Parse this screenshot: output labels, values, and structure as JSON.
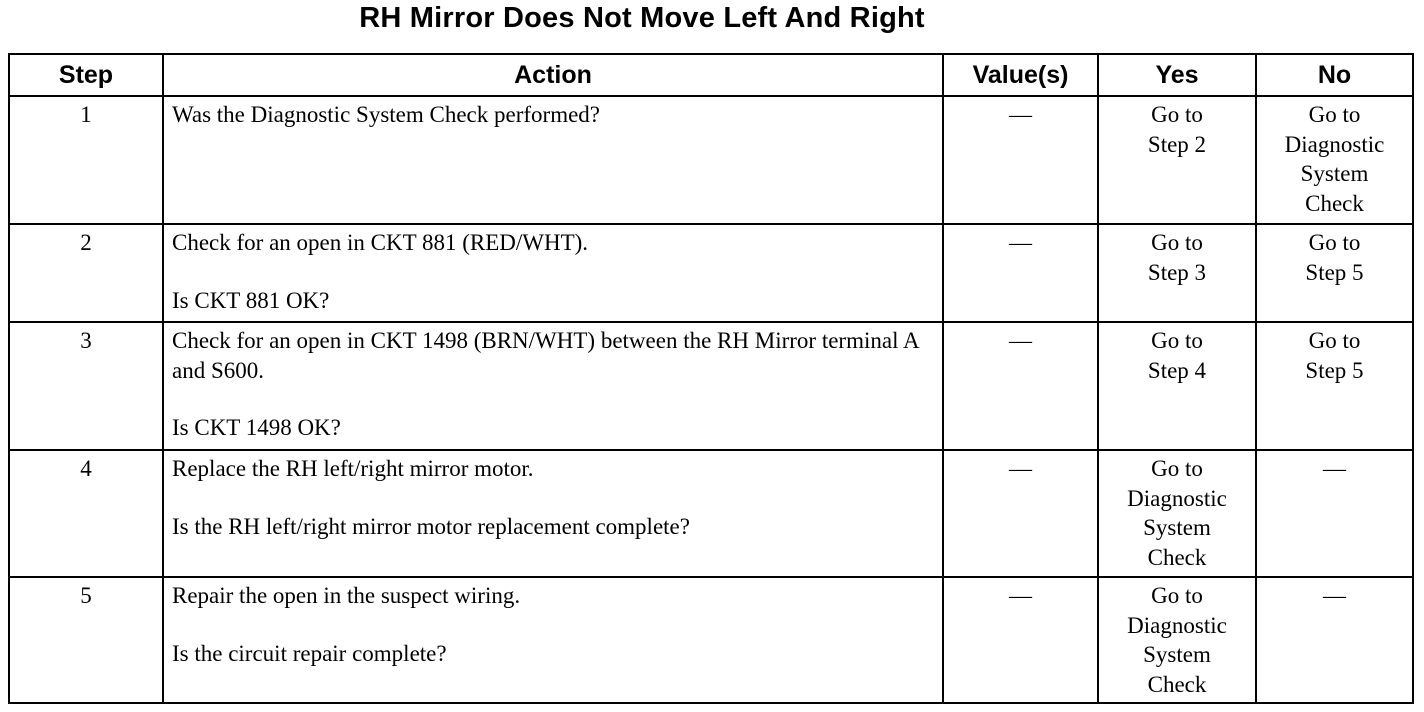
{
  "title": "RH Mirror Does Not Move Left And Right",
  "headers": {
    "step": "Step",
    "action": "Action",
    "values": "Value(s)",
    "yes": "Yes",
    "no": "No"
  },
  "rows": [
    {
      "step": "1",
      "action": [
        "Was the Diagnostic System Check performed?"
      ],
      "value": "—",
      "yes": [
        "Go to",
        "Step 2"
      ],
      "no": [
        "Go to",
        "Diagnostic",
        "System",
        "Check"
      ]
    },
    {
      "step": "2",
      "action": [
        "Check for an open in CKT 881 (RED/WHT).",
        "Is CKT 881 OK?"
      ],
      "value": "—",
      "yes": [
        "Go to",
        "Step 3"
      ],
      "no": [
        "Go to",
        "Step 5"
      ]
    },
    {
      "step": "3",
      "action": [
        "Check for an open in CKT 1498 (BRN/WHT) between the RH Mirror terminal A and S600.",
        "Is CKT 1498 OK?"
      ],
      "value": "—",
      "yes": [
        "Go to",
        "Step 4"
      ],
      "no": [
        "Go to",
        "Step 5"
      ]
    },
    {
      "step": "4",
      "action": [
        "Replace the RH left/right mirror motor.",
        "Is the RH left/right mirror motor replacement complete?"
      ],
      "value": "—",
      "yes": [
        "Go to",
        "Diagnostic",
        "System",
        "Check"
      ],
      "no": [
        "—"
      ]
    },
    {
      "step": "5",
      "action": [
        "Repair the open in the suspect wiring.",
        "Is the circuit repair complete?"
      ],
      "value": "—",
      "yes": [
        "Go to",
        "Diagnostic",
        "System",
        "Check"
      ],
      "no": [
        "—"
      ]
    }
  ]
}
